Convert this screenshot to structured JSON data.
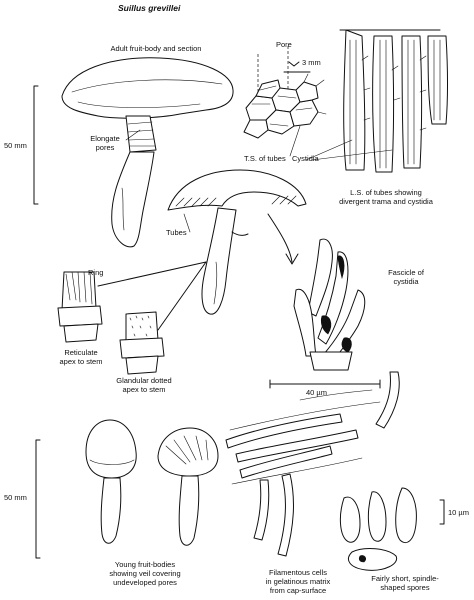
{
  "title": "Suillus grevillei",
  "labels": {
    "adult": "Adult fruit-body and section",
    "pore": "Pore",
    "scale_3mm": "3 mm",
    "scale_50mm_top": "50 mm",
    "elongate_line1": "Elongate",
    "elongate_line2": "pores",
    "ts_tubes": "T.S. of tubes",
    "cystidia": "Cystidia",
    "ls_line1": "L.S. of tubes showing",
    "ls_line2": "divergent trama and cystidia",
    "tubes": "Tubes",
    "ring": "Ring",
    "fascicle_line1": "Fascicle of",
    "fascicle_line2": "cystidia",
    "reticulate_line1": "Reticulate",
    "reticulate_line2": "apex to stem",
    "glandular_line1": "Glandular dotted",
    "glandular_line2": "apex to stem",
    "scale_40um": "40 µm",
    "scale_50mm_bottom": "50 mm",
    "scale_10um": "10 µm",
    "young_line1": "Young fruit-bodies",
    "young_line2": "showing veil covering",
    "young_line3": "undeveloped pores",
    "filament_line1": "Filamentous cells",
    "filament_line2": "in gelatinous matrix",
    "filament_line3": "from cap-surface",
    "spores_line1": "Fairly short, spindle-",
    "spores_line2": "shaped spores"
  }
}
